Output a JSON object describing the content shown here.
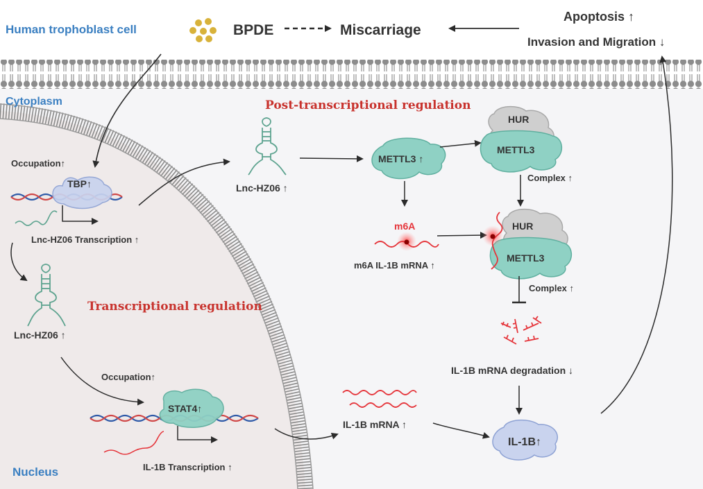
{
  "header": {
    "cell_label": "Human trophoblast cell",
    "bpde": "BPDE",
    "miscarriage": "Miscarriage",
    "apoptosis": "Apoptosis ↑",
    "invasion": "Invasion and Migration ↓"
  },
  "regions": {
    "cytoplasm": "Cytoplasm",
    "nucleus": "Nucleus"
  },
  "sections": {
    "post_transcriptional": "Post-transcriptional regulation",
    "transcriptional": "Transcriptional regulation"
  },
  "nucleus_labels": {
    "occupation_tbp": "Occupation↑",
    "tbp": "TBP↑",
    "lnc_transcription": "Lnc-HZ06 Transcription ↑",
    "lnc_nucleus": "Lnc-HZ06 ↑",
    "occupation_stat4": "Occupation↑",
    "stat4": "STAT4↑",
    "il1b_transcription": "IL-1B Transcription ↑"
  },
  "cytoplasm_labels": {
    "lnc_cytoplasm": "Lnc-HZ06 ↑",
    "mettl3": "METTL3 ↑",
    "hur_top": "HUR",
    "mettl3_top": "METTL3",
    "complex_top": "Complex ↑",
    "m6a": "m6A",
    "m6a_mrna": "m6A IL-1B mRNA ↑",
    "hur_bottom": "HUR",
    "mettl3_bottom": "METTL3",
    "complex_bottom": "Complex ↑",
    "degradation": "IL-1B mRNA degradation ↓",
    "il1b_mrna": "IL-1B mRNA ↑",
    "il1b_protein": "IL-1B↑"
  },
  "colors": {
    "blue_label": "#3a7fc1",
    "red_title": "#c8322d",
    "teal_protein": "#8fd1c4",
    "grey_protein": "#cfcfcf",
    "lavender_protein": "#c9d3ee",
    "bpde_gold": "#d8b23a",
    "mrna_red": "#e5343a",
    "nucleus_fill": "#efeaea",
    "cytoplasm_fill": "#f5f5f7"
  }
}
